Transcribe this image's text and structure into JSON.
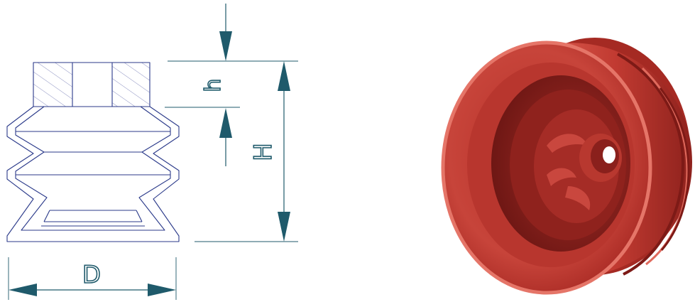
{
  "drawing": {
    "dimensions": {
      "h": "h",
      "H": "H",
      "D": "D"
    }
  },
  "colors": {
    "outline": "#2b3a8a",
    "dimension": "#1f5a6b",
    "hatch": "#8a8fc0",
    "cup_main": "#c63a32",
    "cup_dark": "#8c1f1c",
    "cup_light": "#e0685c"
  },
  "render": {
    "subject": "red-bellows-suction-cup"
  }
}
